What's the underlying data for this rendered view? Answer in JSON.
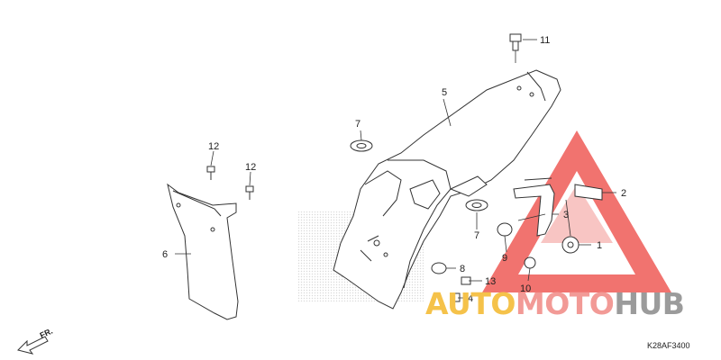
{
  "callouts": {
    "c1": "1",
    "c2": "2",
    "c3": "3",
    "c4": "4",
    "c5": "5",
    "c6": "6",
    "c7a": "7",
    "c7b": "7",
    "c8": "8",
    "c9": "9",
    "c10": "10",
    "c11": "11",
    "c12a": "12",
    "c12b": "12",
    "c13": "13"
  },
  "direction_label": "FR.",
  "diagram_code": "K28AF3400",
  "watermark": {
    "part1": "AUTO",
    "part2": "MOTO",
    "part3": "HUB",
    "colors": {
      "auto": "#f5c24a",
      "moto": "#f29a96",
      "hub": "#9b9b9b",
      "triangle": "#ef5b57"
    }
  }
}
